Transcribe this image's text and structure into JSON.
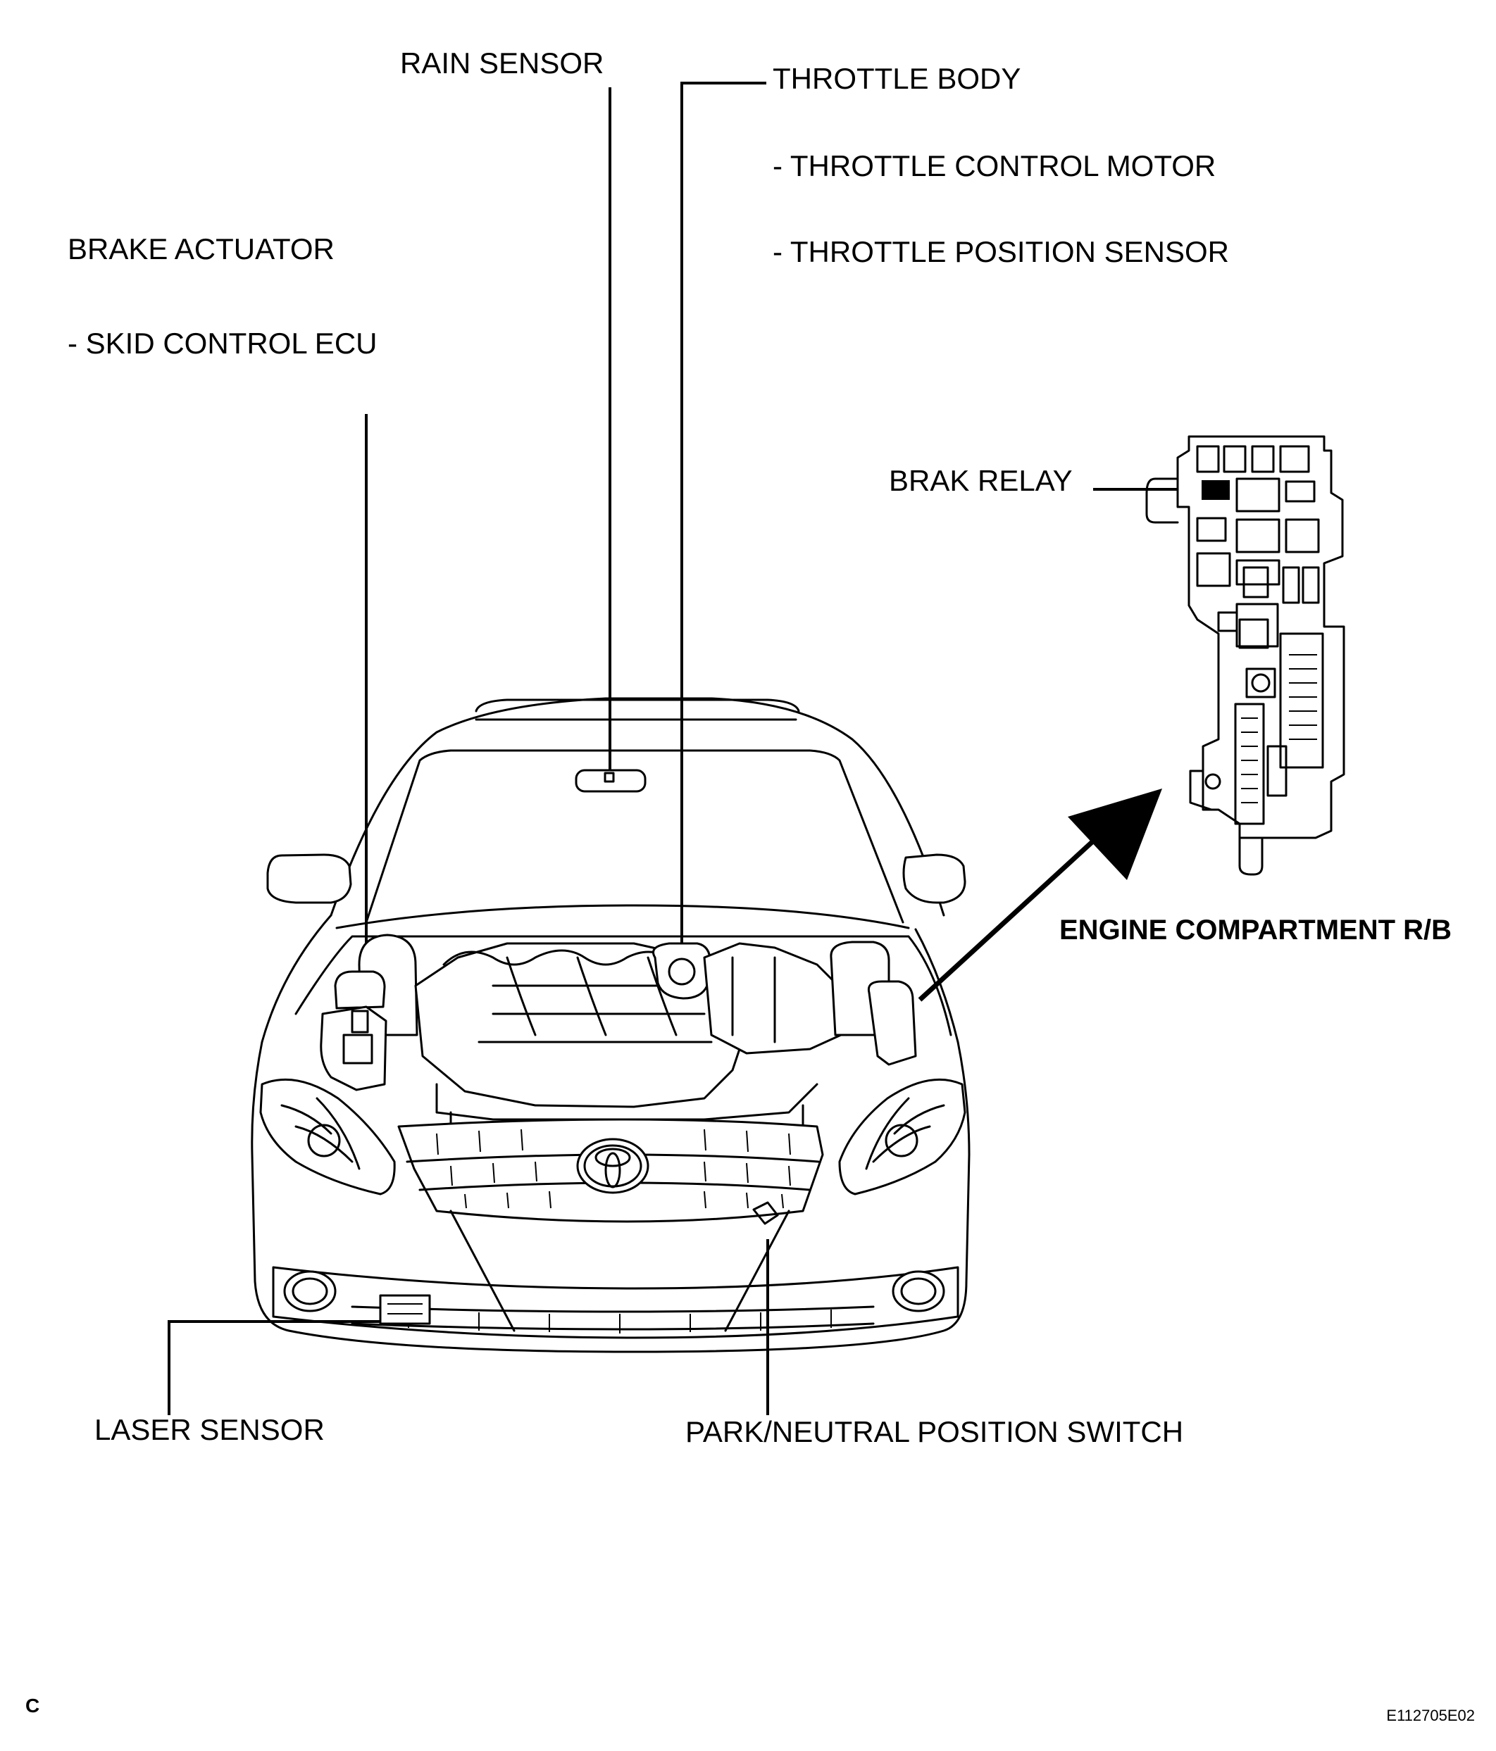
{
  "labels": {
    "rain_sensor": "RAIN SENSOR",
    "throttle_body": "THROTTLE BODY",
    "throttle_control_motor": "- THROTTLE CONTROL MOTOR",
    "throttle_position_sensor": "- THROTTLE POSITION SENSOR",
    "brake_actuator": "BRAKE ACTUATOR",
    "skid_control_ecu": "- SKID CONTROL ECU",
    "brak_relay": "BRAK RELAY",
    "engine_compartment_rb": "ENGINE COMPARTMENT R/B",
    "laser_sensor": "LASER SENSOR",
    "park_neutral_switch": "PARK/NEUTRAL POSITION SWITCH"
  },
  "footer": {
    "corner_letter": "C",
    "figure_id": "E112705E02"
  }
}
